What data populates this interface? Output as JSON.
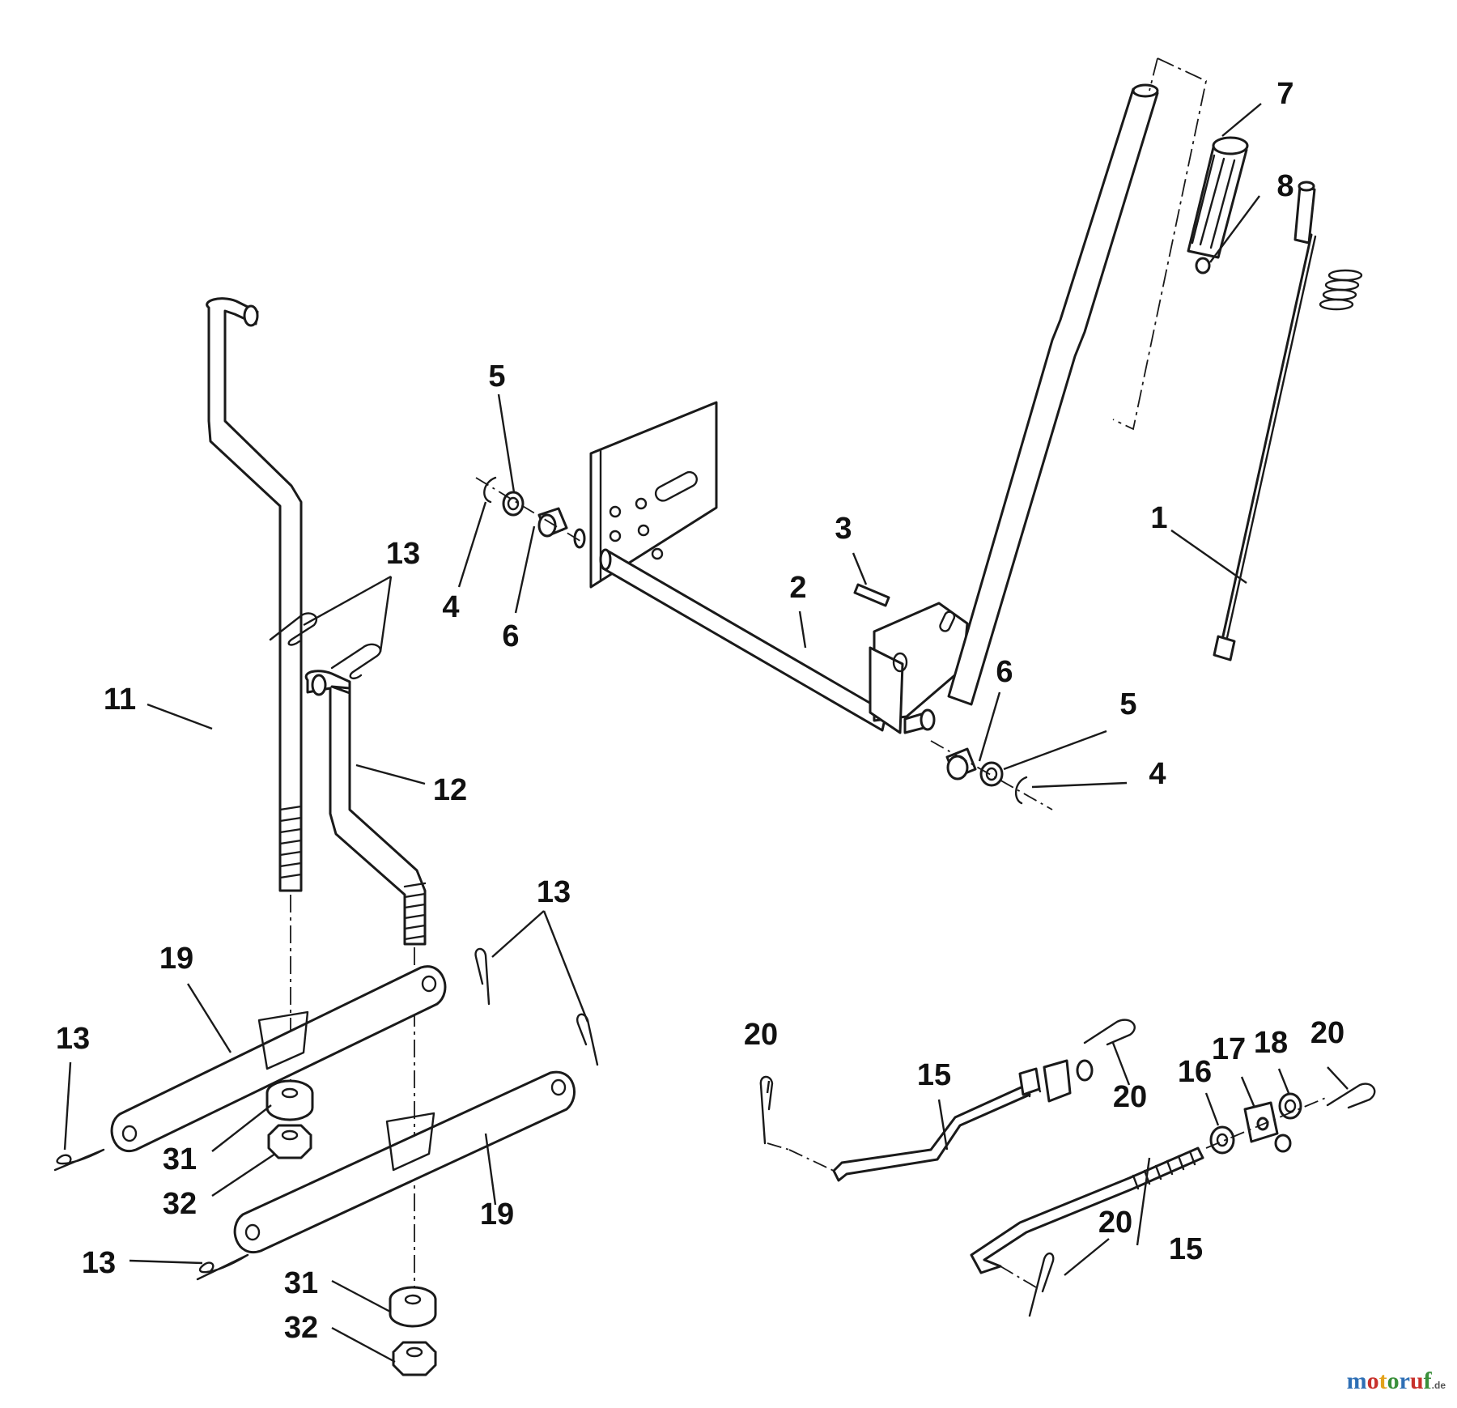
{
  "callouts": {
    "c1": "1",
    "c2": "2",
    "c3": "3",
    "c4a": "4",
    "c4b": "4",
    "c5a": "5",
    "c5b": "5",
    "c6a": "6",
    "c6b": "6",
    "c7": "7",
    "c8": "8",
    "c11": "11",
    "c12": "12",
    "c13a": "13",
    "c13b": "13",
    "c13c": "13",
    "c13d": "13",
    "c15a": "15",
    "c15b": "15",
    "c16": "16",
    "c17": "17",
    "c18": "18",
    "c19a": "19",
    "c19b": "19",
    "c20a": "20",
    "c20b": "20",
    "c20c": "20",
    "c20d": "20",
    "c31a": "31",
    "c31b": "31",
    "c32a": "32",
    "c32b": "32"
  },
  "watermark": {
    "main": "motoruf",
    "suffix": ".de",
    "letter_colors": [
      "#2e6fb5",
      "#c8312c",
      "#e3a21a",
      "#3a8f3a",
      "#2e6fb5",
      "#c8312c",
      "#3a8f3a"
    ]
  }
}
